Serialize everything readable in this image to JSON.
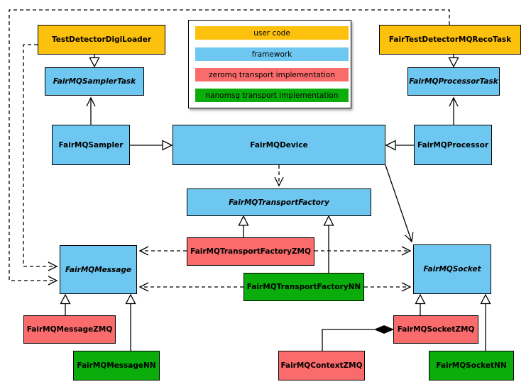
{
  "diagram_type": "uml-class-diagram",
  "legend": {
    "items": [
      {
        "label": "user code",
        "color": "#fcc10c",
        "category": "user"
      },
      {
        "label": "framework",
        "color": "#6ec7f0",
        "category": "framework"
      },
      {
        "label": "zeromq transport implementation",
        "color": "#fa6b6b",
        "category": "zeromq"
      },
      {
        "label": "nanomsg transport implementation",
        "color": "#0aad0b",
        "category": "nanomsg"
      }
    ]
  },
  "nodes": {
    "testDetectorDigiLoader": {
      "label": "TestDetectorDigiLoader",
      "category": "user",
      "abstract": false
    },
    "fairTestDetectorMQRecoTask": {
      "label": "FairTestDetectorMQRecoTask",
      "category": "user",
      "abstract": false
    },
    "fairMQSamplerTask": {
      "label": "FairMQSamplerTask",
      "category": "framework",
      "abstract": true
    },
    "fairMQProcessorTask": {
      "label": "FairMQProcessorTask",
      "category": "framework",
      "abstract": true
    },
    "fairMQSampler": {
      "label": "FairMQSampler",
      "category": "framework",
      "abstract": false
    },
    "fairMQDevice": {
      "label": "FairMQDevice",
      "category": "framework",
      "abstract": false
    },
    "fairMQProcessor": {
      "label": "FairMQProcessor",
      "category": "framework",
      "abstract": false
    },
    "fairMQTransportFactory": {
      "label": "FairMQTransportFactory",
      "category": "framework",
      "abstract": true
    },
    "fairMQTransportFactoryZMQ": {
      "label": "FairMQTransportFactoryZMQ",
      "category": "zeromq",
      "abstract": false
    },
    "fairMQTransportFactoryNN": {
      "label": "FairMQTransportFactoryNN",
      "category": "nanomsg",
      "abstract": false
    },
    "fairMQMessage": {
      "label": "FairMQMessage",
      "category": "framework",
      "abstract": true
    },
    "fairMQSocket": {
      "label": "FairMQSocket",
      "category": "framework",
      "abstract": true
    },
    "fairMQMessageZMQ": {
      "label": "FairMQMessageZMQ",
      "category": "zeromq",
      "abstract": false
    },
    "fairMQMessageNN": {
      "label": "FairMQMessageNN",
      "category": "nanomsg",
      "abstract": false
    },
    "fairMQSocketZMQ": {
      "label": "FairMQSocketZMQ",
      "category": "zeromq",
      "abstract": false
    },
    "fairMQSocketNN": {
      "label": "FairMQSocketNN",
      "category": "nanomsg",
      "abstract": false
    },
    "fairMQContextZMQ": {
      "label": "FairMQContextZMQ",
      "category": "zeromq",
      "abstract": false
    }
  },
  "edges": [
    {
      "from": "TestDetectorDigiLoader",
      "to": "FairMQSamplerTask",
      "type": "inheritance"
    },
    {
      "from": "FairTestDetectorMQRecoTask",
      "to": "FairMQProcessorTask",
      "type": "inheritance"
    },
    {
      "from": "FairMQSampler",
      "to": "FairMQSamplerTask",
      "type": "association"
    },
    {
      "from": "FairMQProcessor",
      "to": "FairMQProcessorTask",
      "type": "association"
    },
    {
      "from": "FairMQSampler",
      "to": "FairMQDevice",
      "type": "inheritance"
    },
    {
      "from": "FairMQProcessor",
      "to": "FairMQDevice",
      "type": "inheritance"
    },
    {
      "from": "FairMQDevice",
      "to": "FairMQTransportFactory",
      "type": "dependency"
    },
    {
      "from": "FairMQDevice",
      "to": "FairMQSocket",
      "type": "association"
    },
    {
      "from": "TestDetectorDigiLoader",
      "to": "FairMQMessage",
      "type": "dependency"
    },
    {
      "from": "FairTestDetectorMQRecoTask",
      "to": "FairMQMessage",
      "type": "dependency"
    },
    {
      "from": "FairMQTransportFactoryZMQ",
      "to": "FairMQMessage",
      "type": "dependency"
    },
    {
      "from": "FairMQTransportFactoryNN",
      "to": "FairMQMessage",
      "type": "dependency"
    },
    {
      "from": "FairMQTransportFactoryZMQ",
      "to": "FairMQSocket",
      "type": "dependency"
    },
    {
      "from": "FairMQTransportFactoryNN",
      "to": "FairMQSocket",
      "type": "dependency"
    },
    {
      "from": "FairMQTransportFactoryZMQ",
      "to": "FairMQTransportFactory",
      "type": "inheritance"
    },
    {
      "from": "FairMQTransportFactoryNN",
      "to": "FairMQTransportFactory",
      "type": "inheritance"
    },
    {
      "from": "FairMQMessageZMQ",
      "to": "FairMQMessage",
      "type": "inheritance"
    },
    {
      "from": "FairMQMessageNN",
      "to": "FairMQMessage",
      "type": "inheritance"
    },
    {
      "from": "FairMQSocketZMQ",
      "to": "FairMQSocket",
      "type": "inheritance"
    },
    {
      "from": "FairMQSocketNN",
      "to": "FairMQSocket",
      "type": "inheritance"
    },
    {
      "from": "FairMQContextZMQ",
      "to": "FairMQSocketZMQ",
      "type": "composition"
    }
  ]
}
